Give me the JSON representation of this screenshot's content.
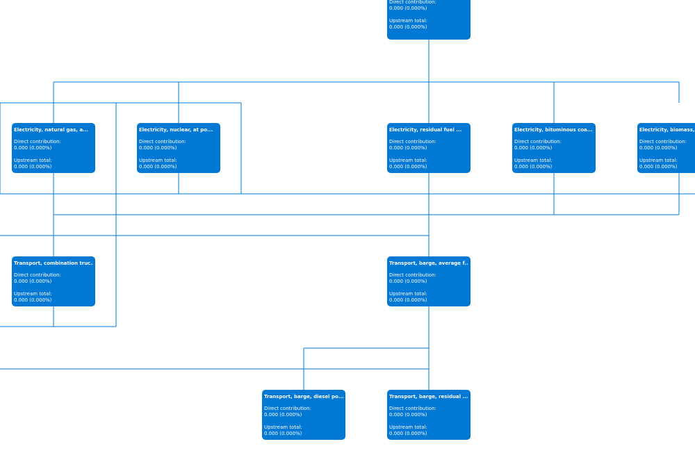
{
  "colors": {
    "node_fill": "#0078d4",
    "connector": "#0078d4",
    "text": "#ffffff"
  },
  "nodes": [
    {
      "title": "",
      "direct_label": "Direct contribution:",
      "direct_value": "0.000 (0.000%)",
      "upstream_label": "Upstream total:",
      "upstream_value": "0.000 (0.000%)"
    },
    {
      "title": "Electricity, natural gas, a...",
      "direct_label": "Direct contribution:",
      "direct_value": "0.000 (0.000%)",
      "upstream_label": "Upstream total:",
      "upstream_value": "0.000 (0.000%)"
    },
    {
      "title": "Electricity, nuclear, at po...",
      "direct_label": "Direct contribution:",
      "direct_value": "0.000 (0.000%)",
      "upstream_label": "Upstream total:",
      "upstream_value": "0.000 (0.000%)"
    },
    {
      "title": "Electricity, residual fuel ...",
      "direct_label": "Direct contribution:",
      "direct_value": "0.000 (0.000%)",
      "upstream_label": "Upstream total:",
      "upstream_value": "0.000 (0.000%)"
    },
    {
      "title": "Electricity, bituminous coa...",
      "direct_label": "Direct contribution:",
      "direct_value": "0.000 (0.000%)",
      "upstream_label": "Upstream total:",
      "upstream_value": "0.000 (0.000%)"
    },
    {
      "title": "Electricity, biomass, at",
      "direct_label": "Direct contribution:",
      "direct_value": "0.000 (0.000%)",
      "upstream_label": "Upstream total:",
      "upstream_value": "0.000 (0.000%)"
    },
    {
      "title": "Transport, combination truc...",
      "direct_label": "Direct contribution:",
      "direct_value": "0.000 (0.000%)",
      "upstream_label": "Upstream total:",
      "upstream_value": "0.000 (0.000%)"
    },
    {
      "title": "Transport, barge, average f...",
      "direct_label": "Direct contribution:",
      "direct_value": "0.000 (0.000%)",
      "upstream_label": "Upstream total:",
      "upstream_value": "0.000 (0.000%)"
    },
    {
      "title": "Transport, barge, diesel po...",
      "direct_label": "Direct contribution:",
      "direct_value": "0.000 (0.000%)",
      "upstream_label": "Upstream total:",
      "upstream_value": "0.000 (0.000%)"
    },
    {
      "title": "Transport, barge, residual ...",
      "direct_label": "Direct contribution:",
      "direct_value": "0.000 (0.000%)",
      "upstream_label": "Upstream total:",
      "upstream_value": "0.000 (0.000%)"
    }
  ]
}
